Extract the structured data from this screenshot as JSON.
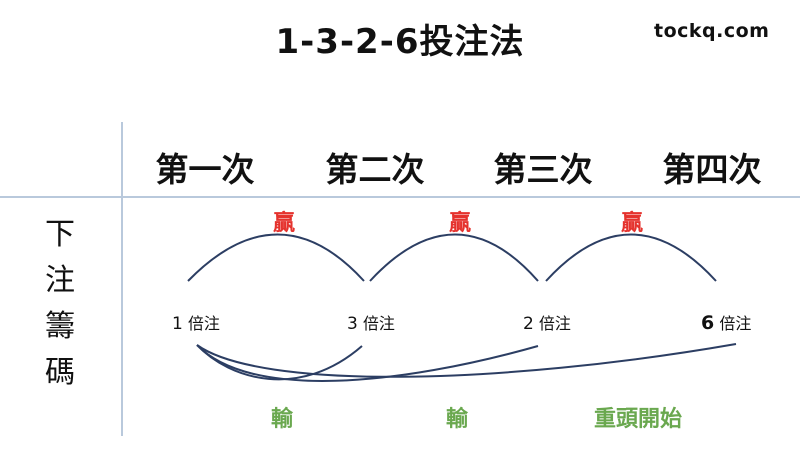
{
  "title": "1-3-2-6投注法",
  "watermark": "tockq.com",
  "rounds": [
    "第一次",
    "第二次",
    "第三次",
    "第四次"
  ],
  "row_label": [
    "下",
    "注",
    "籌",
    "碼"
  ],
  "win_label": "贏",
  "bets": [
    {
      "num": "1",
      "unit": "倍注"
    },
    {
      "num": "3",
      "unit": "倍注"
    },
    {
      "num": "2",
      "unit": "倍注"
    },
    {
      "num": "6",
      "unit": "倍注"
    }
  ],
  "outcomes": {
    "lose_1": "輸",
    "lose_2": "輸",
    "restart": "重頭開始"
  },
  "colors": {
    "win": "#e5322d",
    "lose": "#6aa84f",
    "arc": "#2c3e63",
    "rule": "#b9c9dc"
  }
}
